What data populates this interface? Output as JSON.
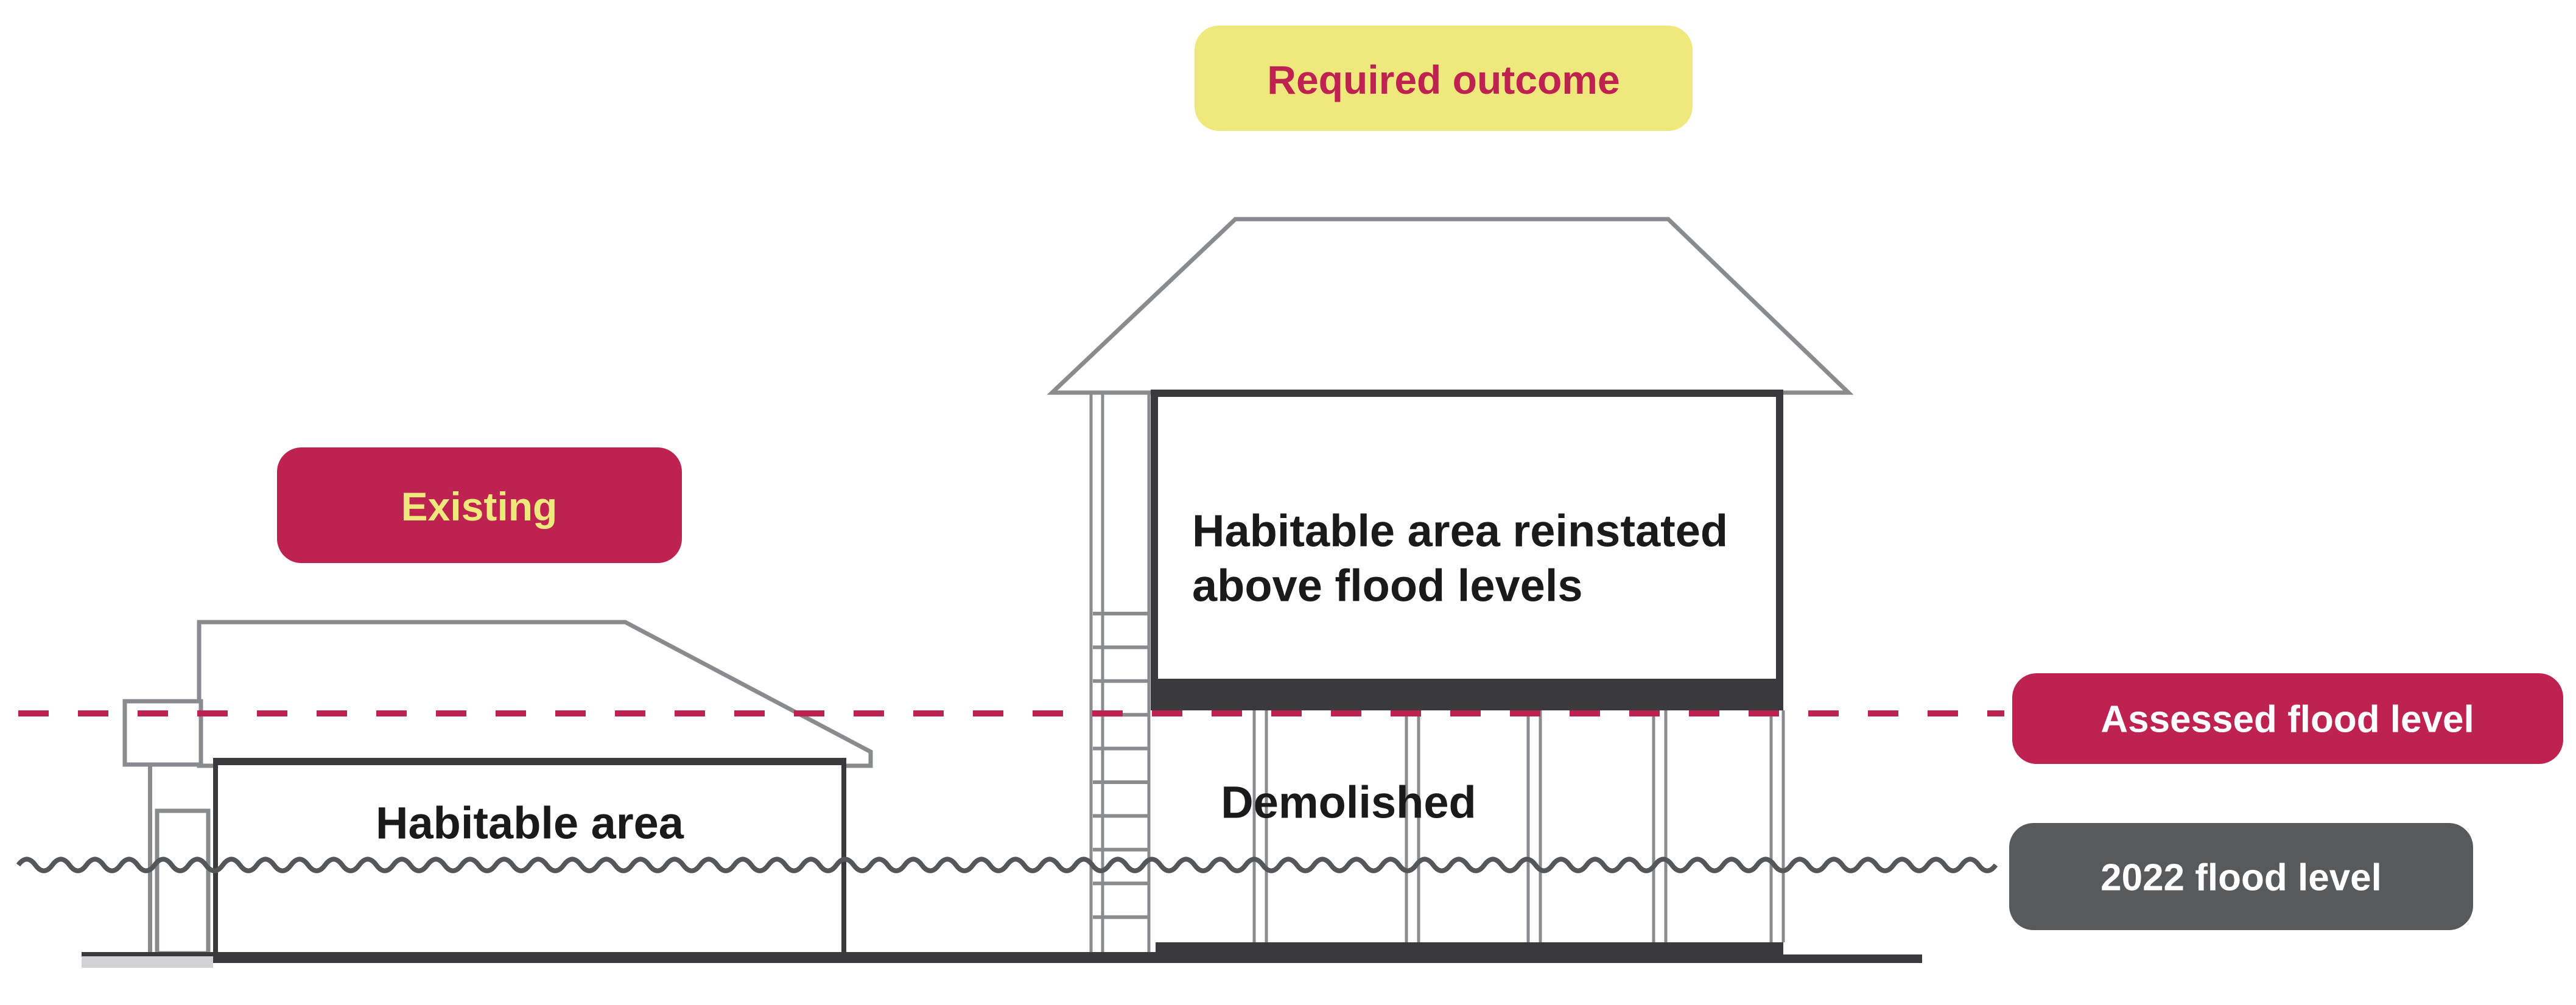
{
  "badges": {
    "required_outcome": {
      "label": "Required outcome"
    },
    "existing": {
      "label": "Existing"
    },
    "assessed_flood_level": {
      "label": "Assessed flood level"
    },
    "flood_2022": {
      "label": "2022 flood level"
    }
  },
  "houses": {
    "existing_house": {
      "label": "Habitable area"
    },
    "outcome_house": {
      "upper_label_line1": "Habitable area reinstated",
      "upper_label_line2": "above flood levels",
      "lower_label": "Demolished"
    }
  },
  "colors": {
    "crimson": "#BE2250",
    "yellow": "#EFE87D",
    "dark": "#3A3A3C",
    "outline_gray": "#8A8B8E",
    "badge_gray": "#58595B",
    "wave_gray": "#55565A",
    "porch_slab_gray": "#D2D3D4",
    "text_black": "#1a1a1a",
    "white": "#ffffff"
  }
}
